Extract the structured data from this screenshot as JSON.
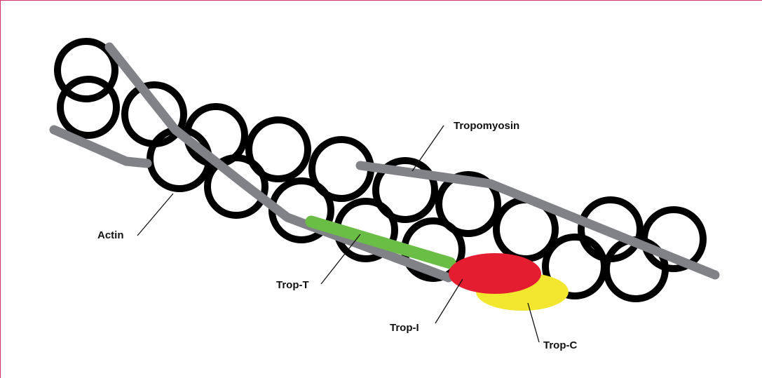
{
  "colors": {
    "actin": "#000000",
    "tropomyosin": "#808288",
    "troponin_t": "#6abd45",
    "troponin_i": "#e41e30",
    "troponin_c": "#f2e62e",
    "frame_border": "#d6326b"
  },
  "labels": {
    "tropomyosin": "Tropomyosin",
    "actin": "Actin",
    "trop_t": "Trop-T",
    "trop_i": "Trop-I",
    "trop_c": "Trop-C"
  }
}
